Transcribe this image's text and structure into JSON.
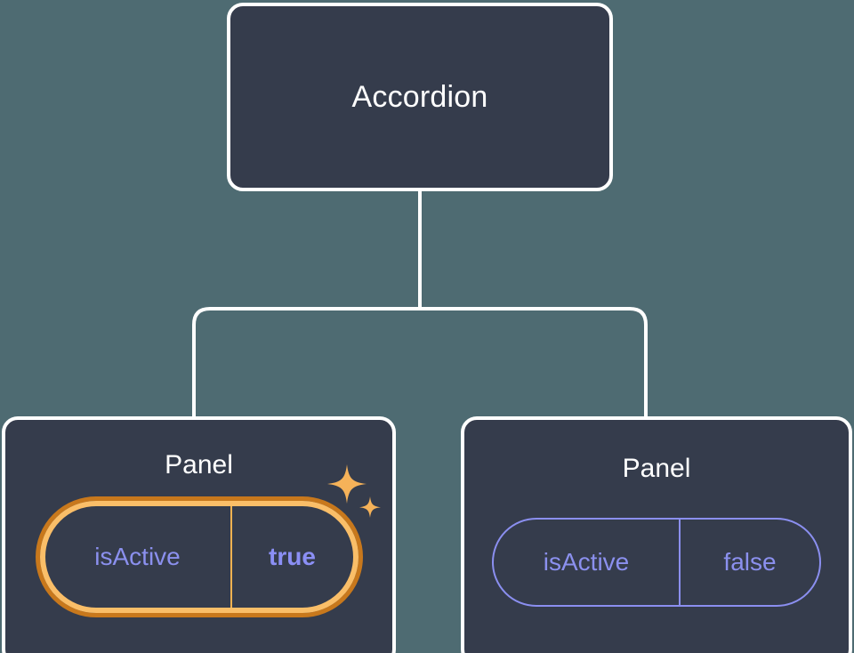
{
  "canvas": {
    "background_color": "#4e6b72",
    "node_fill_color": "#353c4c",
    "node_border_color": "#ffffff",
    "connector_color": "#ffffff",
    "prop_text_color": "#8b90ee",
    "prop_border_color": "#8b8ff0",
    "highlight_outer_color": "#c8781c",
    "highlight_inner_color": "#fabe68",
    "highlight_divider_color": "#f5b251",
    "sparkle_color": "#f5b259"
  },
  "tree": {
    "root": {
      "title": "Accordion"
    },
    "children": [
      {
        "title": "Panel",
        "highlighted": true,
        "sparkle_icon": "sparkles-icon",
        "prop": {
          "key": "isActive",
          "value": "true"
        }
      },
      {
        "title": "Panel",
        "highlighted": false,
        "prop": {
          "key": "isActive",
          "value": "false"
        }
      }
    ]
  }
}
